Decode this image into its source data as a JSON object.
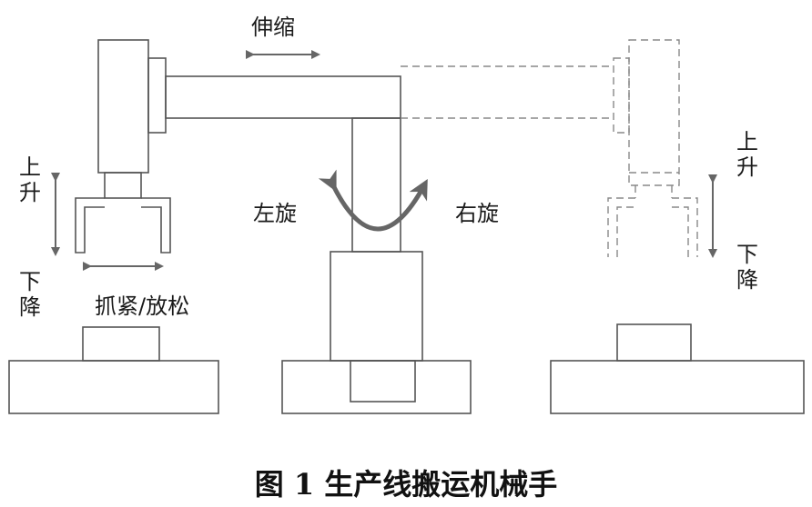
{
  "labels": {
    "extend": "伸缩",
    "left_up_1": "上",
    "left_up_2": "升",
    "left_down_1": "下",
    "left_down_2": "降",
    "grip": "抓紧/放松",
    "rotate_left": "左旋",
    "rotate_right": "右旋",
    "right_up_1": "上",
    "right_up_2": "升",
    "right_down_1": "下",
    "right_down_2": "降"
  },
  "caption": "图 1 生产线搬运机械手",
  "colors": {
    "line": "#555555",
    "arrow": "#666666",
    "dashed": "#888888"
  }
}
